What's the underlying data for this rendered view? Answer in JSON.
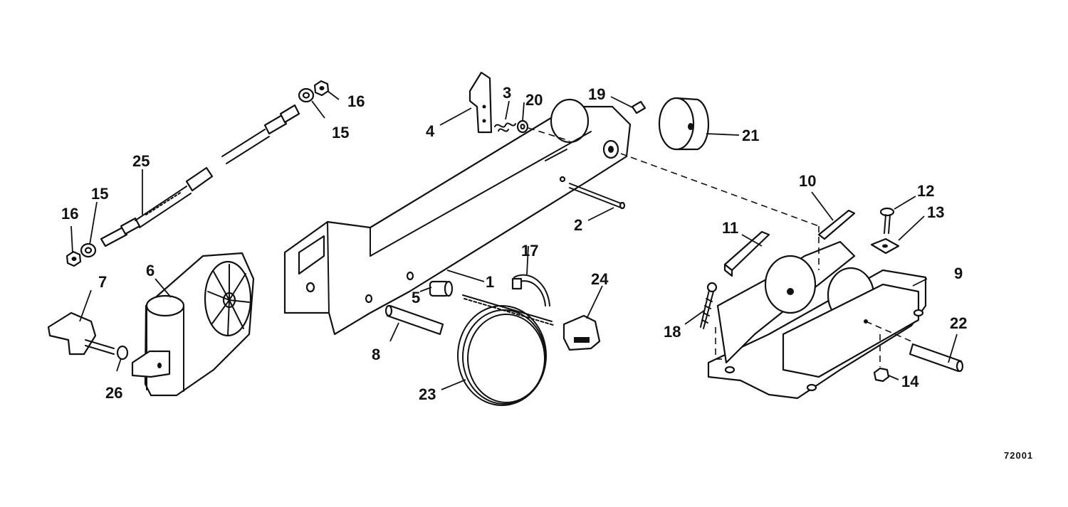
{
  "figure_number": "72001",
  "callouts": {
    "c1": "1",
    "c2": "2",
    "c3": "3",
    "c4": "4",
    "c5": "5",
    "c6": "6",
    "c7": "7",
    "c8": "8",
    "c9": "9",
    "c10": "10",
    "c11": "11",
    "c12": "12",
    "c13": "13",
    "c14": "14",
    "c15a": "15",
    "c15b": "15",
    "c16a": "16",
    "c16b": "16",
    "c17": "17",
    "c18": "18",
    "c19": "19",
    "c20": "20",
    "c21": "21",
    "c22": "22",
    "c23": "23",
    "c24": "24",
    "c25": "25",
    "c26": "26"
  },
  "colors": {
    "ink": "#111111",
    "paper": "#ffffff"
  }
}
